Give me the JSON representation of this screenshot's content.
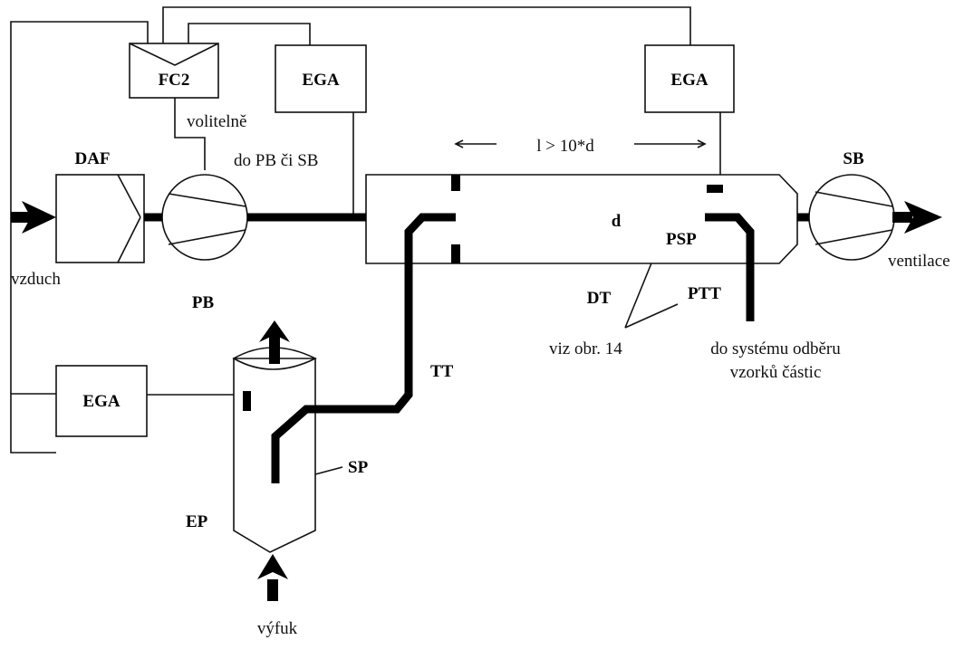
{
  "labels": {
    "fc2": "FC2",
    "ega_top_left": "EGA",
    "ega_top_right": "EGA",
    "ega_bottom": "EGA",
    "daf": "DAF",
    "pb": "PB",
    "sb": "SB",
    "dt": "DT",
    "tt": "TT",
    "sp": "SP",
    "ep": "EP",
    "psp": "PSP",
    "ptt": "PTT",
    "d": "d",
    "length_condition": "l > 10*d",
    "volitelne": "volitelně",
    "do_pb_ci_sb": "do PB či SB",
    "vzduch": "vzduch",
    "ventilace": "ventilace",
    "viz_obr": "viz obr. 14",
    "odber_line1": "do systému odběru",
    "odber_line2": "vzorků částic",
    "vyfuk": "výfuk"
  }
}
